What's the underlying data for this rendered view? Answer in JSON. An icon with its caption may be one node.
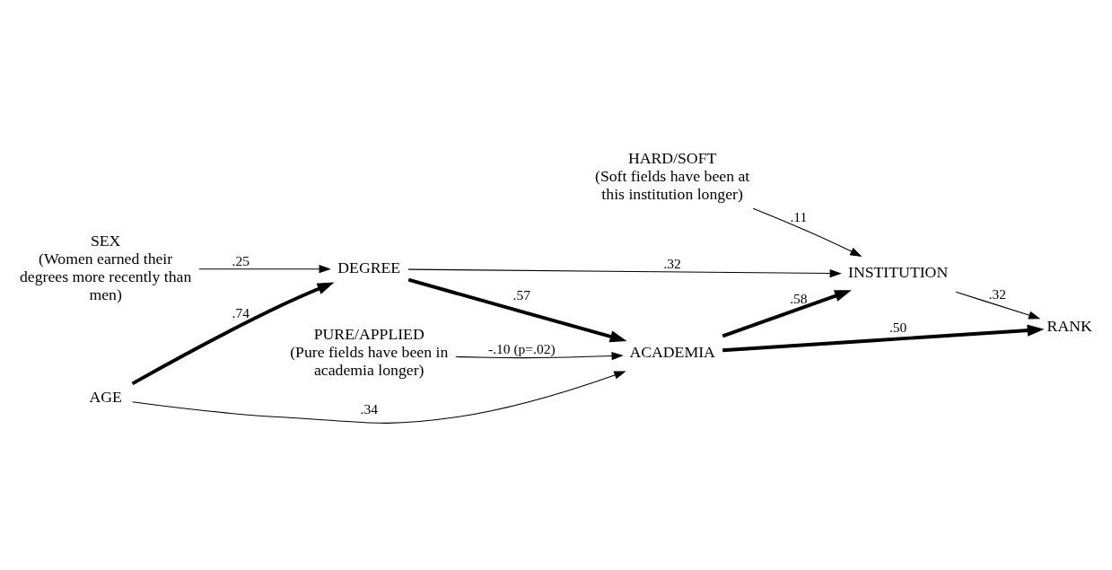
{
  "diagram": {
    "nodes": [
      {
        "text": [
          "SEX",
          "(Women earned their degrees more recently than men)"
        ]
      },
      {
        "text": [
          "AGE"
        ]
      },
      {
        "text": [
          "DEGREE"
        ]
      },
      {
        "text": [
          "ACADEMIA"
        ]
      },
      {
        "text": [
          "PURE/APPLIED",
          "(Pure fields have been in academia longer)"
        ]
      },
      {
        "text": [
          "HARD/SOFT",
          "(Soft fields have been at this institution longer)"
        ]
      },
      {
        "text": [
          "INSTITUTION"
        ]
      },
      {
        "text": [
          "RANK"
        ]
      }
    ],
    "edges": [
      {
        "from": 0,
        "to": 2,
        "arrow": "to",
        "label": ".25"
      },
      {
        "from": 1,
        "to": 2,
        "arrow": "to",
        "label": ".74",
        "style": "thick"
      },
      {
        "from": 2,
        "to": 6,
        "arrow": "to",
        "label": ".32"
      },
      {
        "from": 2,
        "to": 3,
        "arrow": "to",
        "label": ".57",
        "style": "thick"
      },
      {
        "from": 1,
        "to": 3,
        "arrow": "to",
        "label": ".34"
      },
      {
        "from": 4,
        "to": 3,
        "arrow": "to",
        "label": "-.10 (p=.02)"
      },
      {
        "from": 5,
        "to": 6,
        "arrow": "to",
        "label": ".11"
      },
      {
        "from": 3,
        "to": 6,
        "arrow": "to",
        "label": ".58",
        "style": "thick"
      },
      {
        "from": 3,
        "to": 7,
        "arrow": "to",
        "label": ".50",
        "style": "thick"
      },
      {
        "from": 6,
        "to": 7,
        "arrow": "to",
        "label": ".32"
      }
    ]
  }
}
